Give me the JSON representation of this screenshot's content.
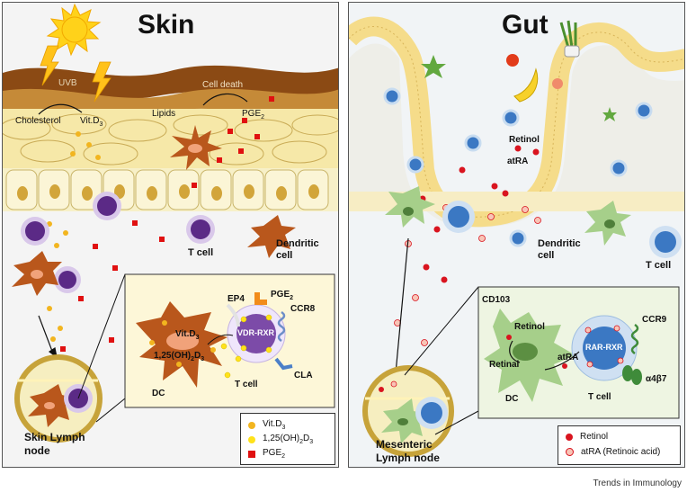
{
  "skin": {
    "title": "Skin",
    "labels": {
      "uvb": "UVB",
      "cholesterol": "Cholesterol",
      "vitd3": "Vit.D",
      "vitd3_sub": "3",
      "lipids": "Lipids",
      "cell_death": "Cell death",
      "pge2": "PGE",
      "pge2_sub": "2",
      "t_cell": "T cell",
      "dendritic_cell": "Dendritic cell",
      "lymph_node": "Skin Lymph node"
    },
    "inset": {
      "ep4": "EP4",
      "pge2": "PGE",
      "pge2_sub": "2",
      "ccr8": "CCR8",
      "vitd3": "Vit.D",
      "vitd3_sub": "3",
      "calcitriol_a": "1,25(OH)",
      "calcitriol_sub_a": "2",
      "calcitriol_b": "D",
      "calcitriol_sub_b": "3",
      "vdr_rxr": "VDR-RXR",
      "dc": "DC",
      "t_cell": "T cell",
      "cla": "CLA"
    },
    "legend": [
      {
        "text": "Vit.D",
        "sub": "3",
        "symbol": "dot",
        "color": "#f2b51f"
      },
      {
        "text": "1,25(OH)",
        "sub": "2",
        "text2": "D",
        "sub2": "3",
        "symbol": "dot",
        "color": "#ffe21a"
      },
      {
        "text": "PGE",
        "sub": "2",
        "symbol": "square",
        "color": "#e01010"
      }
    ]
  },
  "gut": {
    "title": "Gut",
    "labels": {
      "retinol": "Retinol",
      "atra": "atRA",
      "dendritic_cell": "Dendritic cell",
      "t_cell": "T cell",
      "lymph_node": "Mesenteric Lymph node"
    },
    "inset": {
      "cd103": "CD103",
      "retinol": "Retinol",
      "retinal": "Retinal",
      "atra": "atRA",
      "rar_rxr": "RAR-RXR",
      "ccr9": "CCR9",
      "a4b7": "α4β7",
      "dc": "DC",
      "t_cell": "T cell"
    },
    "legend": [
      {
        "text": "Retinol",
        "symbol": "dot",
        "color": "#d9141f"
      },
      {
        "text": "atRA (Retinoic acid)",
        "symbol": "ring",
        "color": "#f6b3a6"
      }
    ]
  },
  "credit": "Trends in Immunology"
}
